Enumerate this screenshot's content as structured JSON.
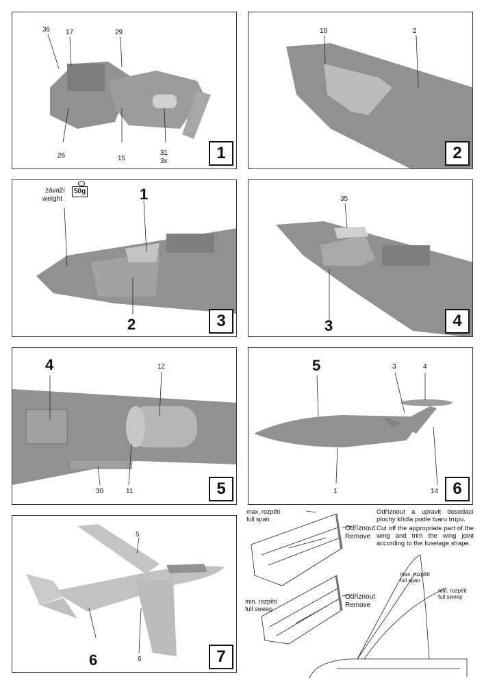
{
  "steps": {
    "s1": {
      "number": "1",
      "labels": {
        "p36": "36",
        "p17": "17",
        "p29": "29",
        "p26": "26",
        "p15": "15",
        "p31": "31",
        "qty31": "3x"
      }
    },
    "s2": {
      "number": "2",
      "labels": {
        "p10": "10",
        "p2": "2"
      }
    },
    "s3": {
      "number": "3",
      "weight_cz": "závaží",
      "weight_en": "weight",
      "weight_value": "50g",
      "big1": "1",
      "big2": "2"
    },
    "s4": {
      "number": "4",
      "labels": {
        "p35": "35"
      },
      "big3": "3"
    },
    "s5": {
      "number": "5",
      "big4": "4",
      "labels": {
        "p12": "12",
        "p30": "30",
        "p11": "11"
      }
    },
    "s6": {
      "number": "6",
      "big5": "5",
      "labels": {
        "p3": "3",
        "p4": "4",
        "p1": "1",
        "p14": "14"
      }
    },
    "s7": {
      "number": "7",
      "labels": {
        "p5": "5",
        "p6": "6"
      },
      "big6": "6"
    }
  },
  "wing_diagram": {
    "instruction_cz": "Odříznout a upravit dosedací plochy křídla podle tvaru trupu.",
    "instruction_en": "Cut off the appropriate part of the wing and trim the wing joint according to the fuselage shape.",
    "top_label_cz": "max. rozpětí",
    "top_label_en": "full span",
    "remove_cz_1": "Odříznout",
    "remove_en_1": "Remove",
    "bottom_label_cz": "min. rozpětí",
    "bottom_label_en": "full sweep",
    "remove_cz_2": "Odříznout",
    "remove_en_2": "Remove",
    "tail_max_cz": "max. rozpětí",
    "tail_max_en": "full span",
    "tail_min_cz": "min. rozpětí",
    "tail_min_en": "full sweep"
  },
  "colors": {
    "plastic": "#8f9290",
    "plastic_dark": "#6f7270",
    "light_part": "#b9bcba",
    "line": "#222222"
  }
}
